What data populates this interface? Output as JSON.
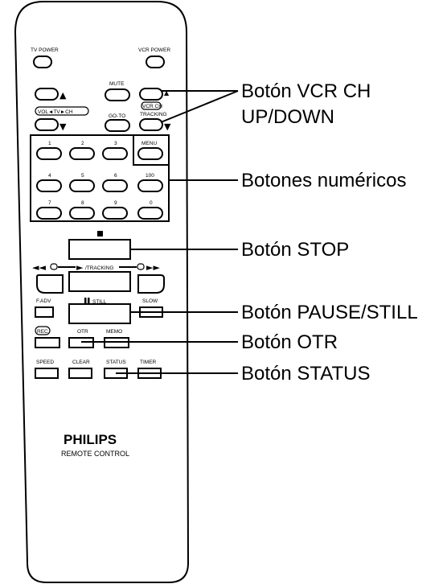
{
  "remote": {
    "tv_power": "TV POWER",
    "vcr_power": "VCR POWER",
    "mute": "MUTE",
    "vol_tv_ch": "VOL◄TV►CH",
    "vcr_ch_tracking": "VCR CH",
    "tracking_small": "TRACKING",
    "go_to": "GO-TO",
    "menu": "MENU",
    "num_1": "1",
    "num_2": "2",
    "num_3": "3",
    "num_4": "4",
    "num_5": "5",
    "num_6": "6",
    "num_100": "100",
    "num_7": "7",
    "num_8": "8",
    "num_9": "9",
    "num_0": "0",
    "tracking": "/TRACKING",
    "f_adv": "F.ADV",
    "still": "STILL",
    "slow": "SLOW",
    "rec": "REC",
    "otr": "OTR",
    "memo": "MEMO",
    "speed": "SPEED",
    "clear": "CLEAR",
    "status": "STATUS",
    "timer": "TIMER",
    "brand": "PHILIPS",
    "subtitle": "REMOTE CONTROL"
  },
  "callouts": {
    "vcr_ch_1": "Botón VCR CH",
    "vcr_ch_2": "UP/DOWN",
    "numeric": "Botones numéricos",
    "stop": "Botón STOP",
    "pause": "Botón PAUSE/STILL",
    "otr": "Botón OTR",
    "status": "Botón STATUS"
  }
}
